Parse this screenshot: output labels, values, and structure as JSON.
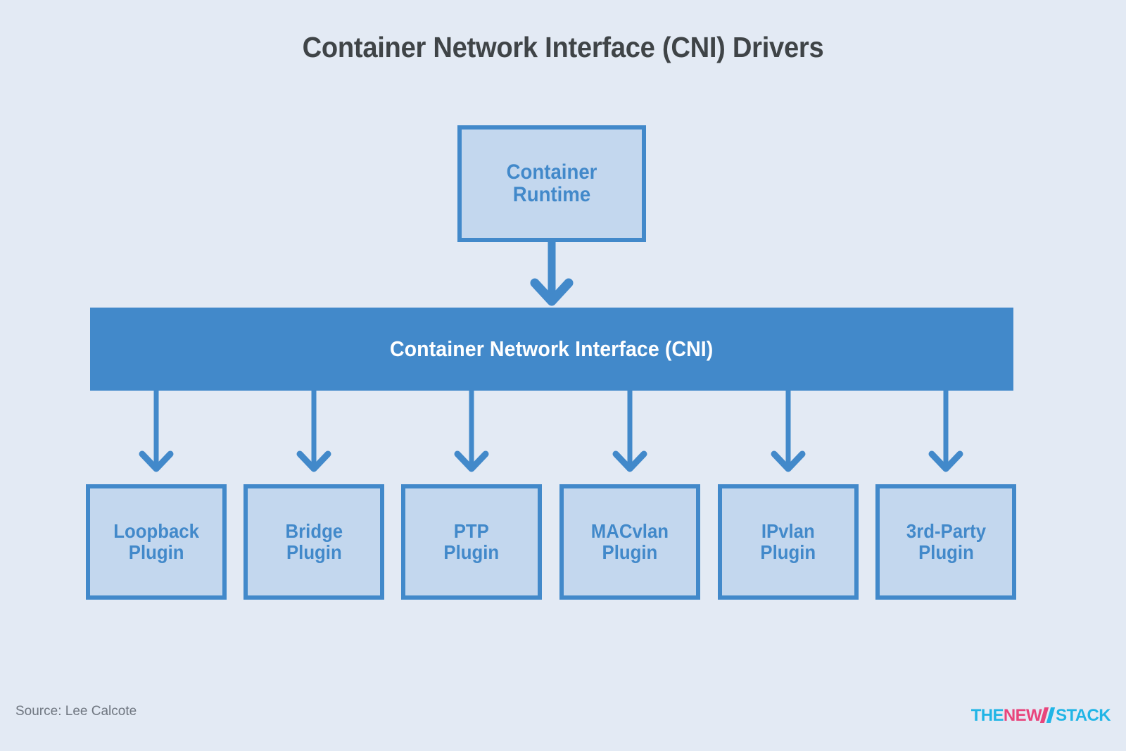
{
  "page": {
    "title": "Container Network Interface (CNI) Drivers",
    "background_color": "#e3eaf4",
    "accent_blue": "#4289ca",
    "fill_blue": "#c3d7ee",
    "title_color": "#3f4447"
  },
  "diagram": {
    "type": "hierarchy",
    "runtime": {
      "label": "Container\nRuntime"
    },
    "interface_bar": {
      "label": "Container Network Interface (CNI)"
    },
    "plugins": [
      {
        "label": "Loopback\nPlugin"
      },
      {
        "label": "Bridge\nPlugin"
      },
      {
        "label": "PTP\nPlugin"
      },
      {
        "label": "MACvlan\nPlugin"
      },
      {
        "label": "IPvlan\nPlugin"
      },
      {
        "label": "3rd-Party\nPlugin"
      }
    ]
  },
  "footer": {
    "source": "Source: Lee Calcote",
    "logo": {
      "part1": "THE",
      "part2": "NEW",
      "part3": "STACK",
      "color_cyan": "#21b5e6",
      "color_pink": "#e8457c"
    }
  }
}
